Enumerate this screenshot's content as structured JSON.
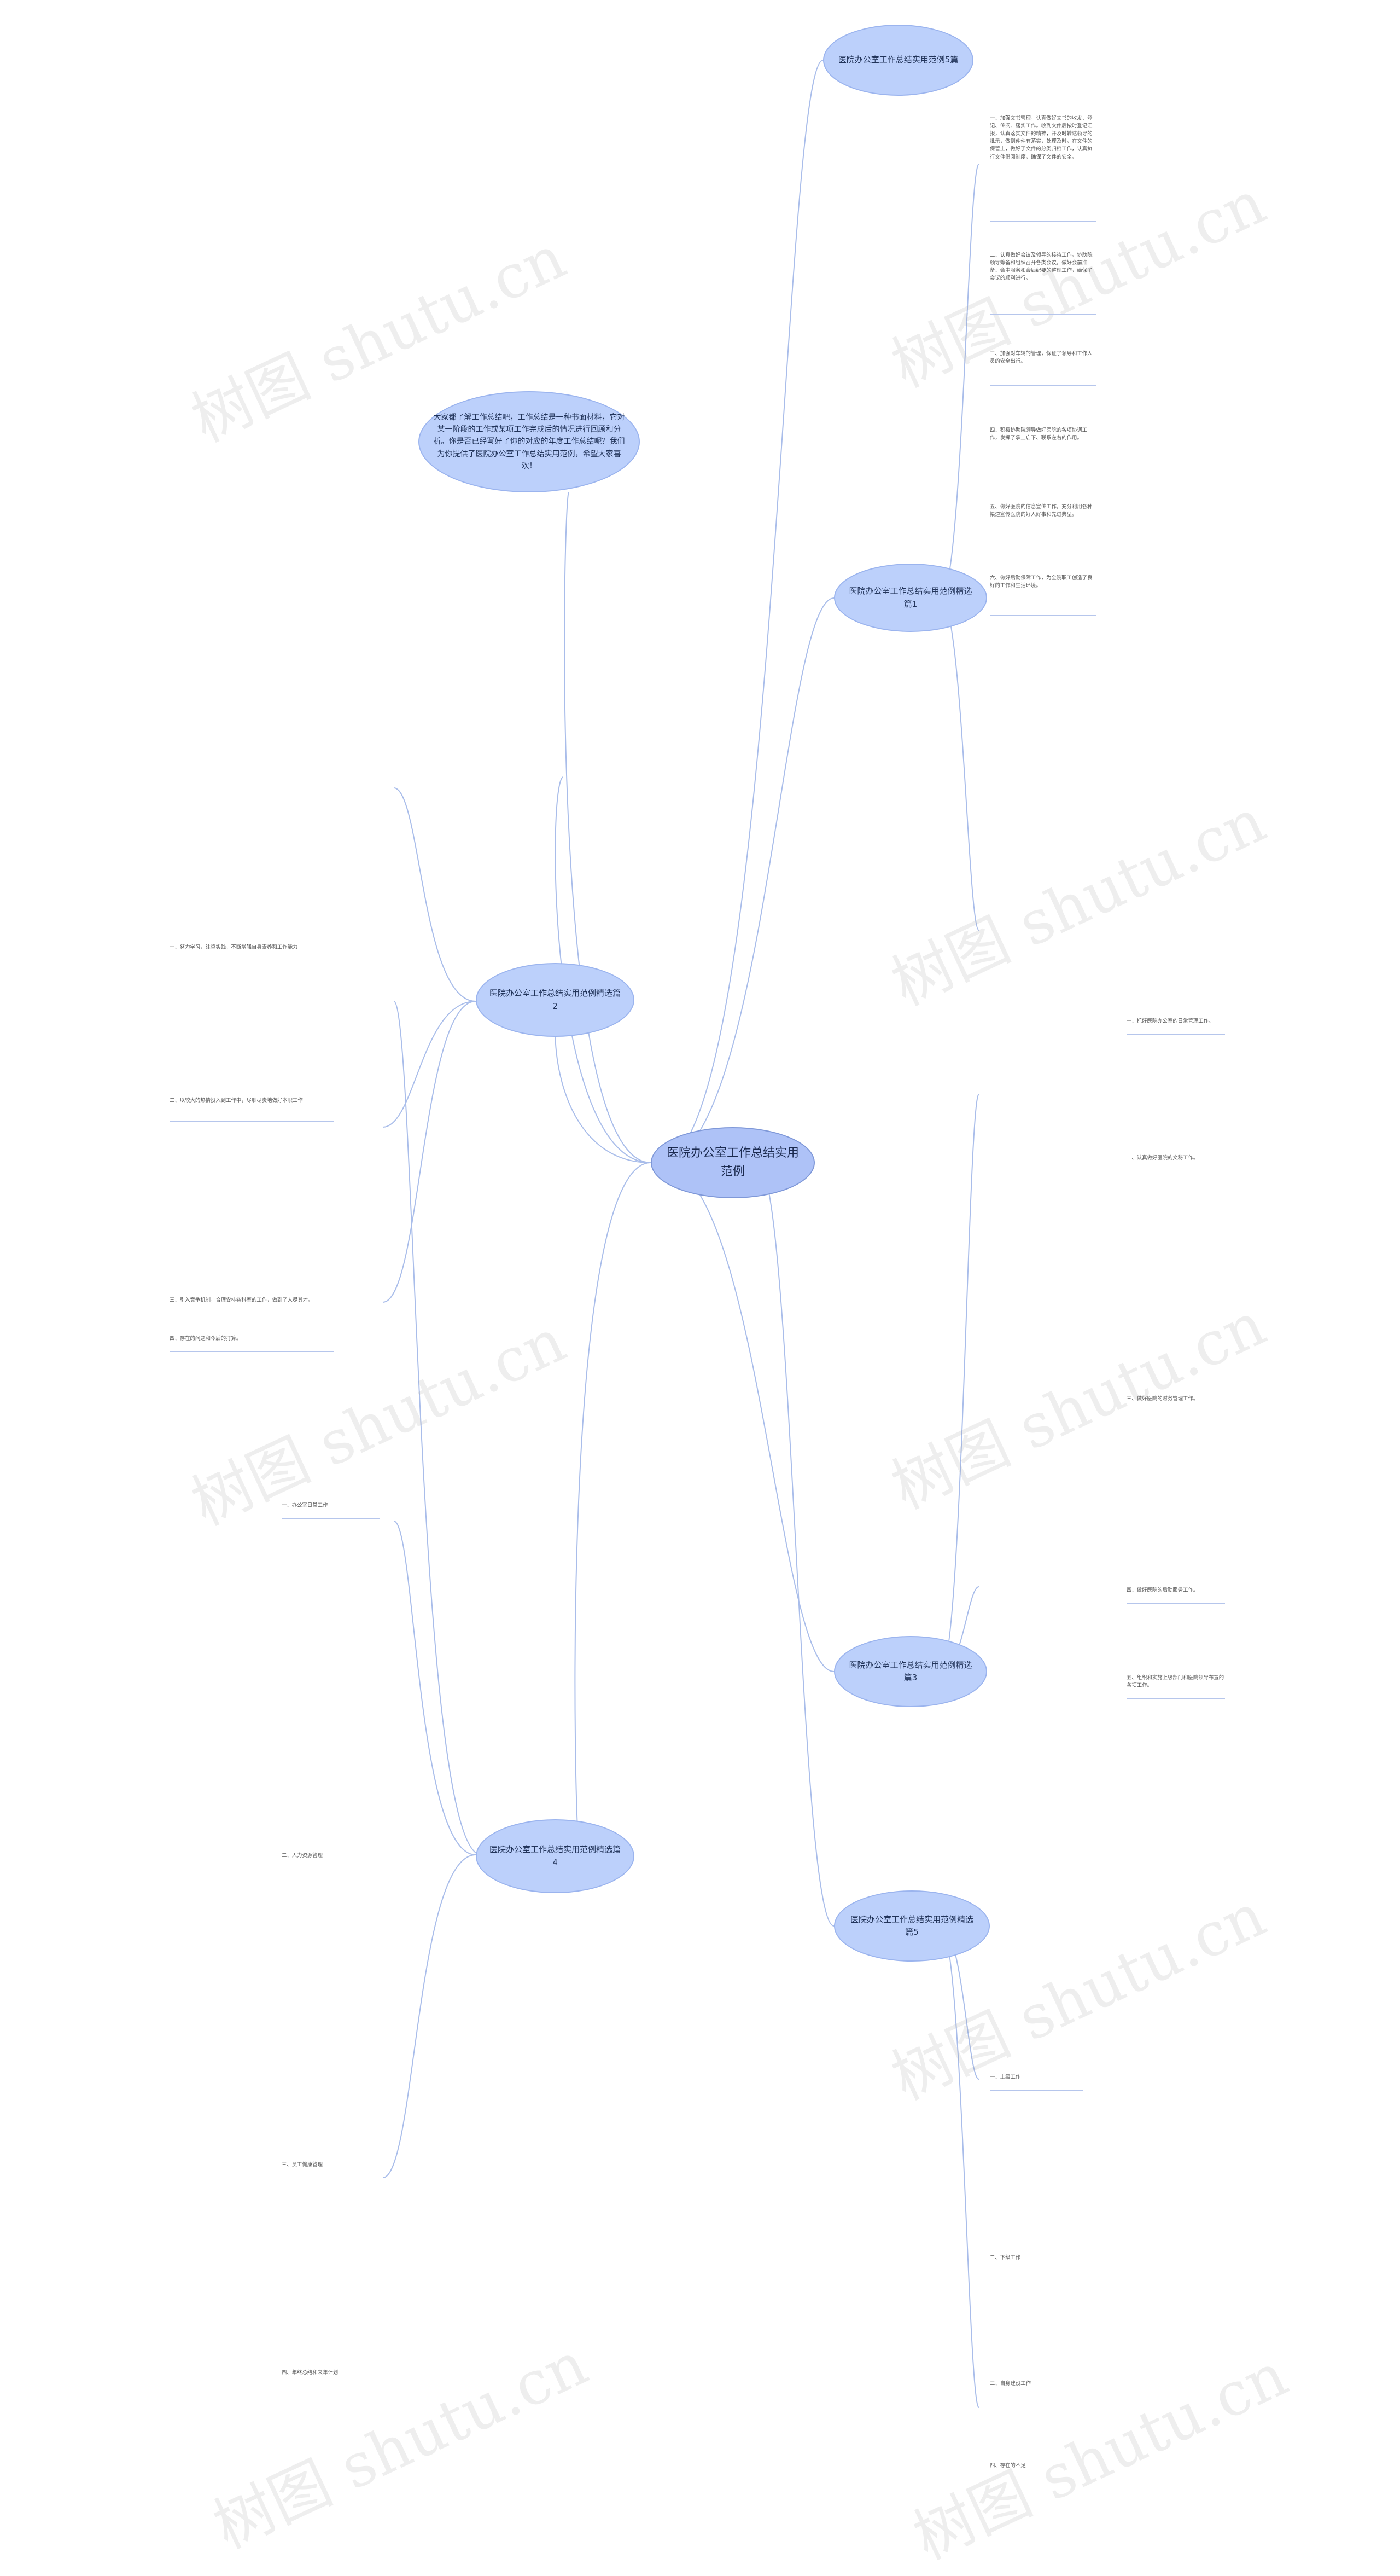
{
  "root": "医院办公室工作总结实用范例",
  "intro": "大家都了解工作总结吧，工作总结是一种书面材料，它对某一阶段的工作或某项工作完成后的情况进行回顾和分析。你是否已经写好了你的对应的年度工作总结呢？我们为你提供了医院办公室工作总结实用范例，希望大家喜欢！",
  "branches": [
    {
      "label": "医院办公室工作总结实用范例5篇",
      "leaves": []
    },
    {
      "label": "医院办公室工作总结实用范例精选篇1",
      "leaves": [
        "一、加强文书管理，认真做好文书的收发、登记、传阅、落实工作。收到文件后按时登记汇报，认真落实文件的精神，并及时转达领导的批示，做到件件有落实，处理及时。在文件的保管上，做好了文件的分类归档工作，认真执行文件借阅制度，确保了文件的安全。",
        "二、认真做好会议及领导的接待工作。协助院领导筹备和组织召开各类会议，做好会前准备、会中服务和会后纪要的整理工作，确保了会议的顺利进行。",
        "三、加强对车辆的管理，保证了领导和工作人员的安全出行。",
        "四、积极协助院领导做好医院的各项协调工作，发挥了承上启下、联系左右的作用。",
        "五、做好医院的信息宣传工作，充分利用各种渠道宣传医院的好人好事和先进典型。",
        "六、做好后勤保障工作，为全院职工创造了良好的工作和生活环境。"
      ]
    },
    {
      "label": "医院办公室工作总结实用范例精选篇2",
      "leaves": [
        "一、努力学习，注重实践，不断增强自身素养和工作能力",
        "二、以较大的热情投入到工作中，尽职尽责地做好本职工作",
        "三、引入竞争机制，合理安排各科室的工作，做到了人尽其才。",
        "四、存在的问题和今后的打算。"
      ]
    },
    {
      "label": "医院办公室工作总结实用范例精选篇3",
      "leaves": [
        "一、抓好医院办公室的日常管理工作。",
        "二、认真做好医院的文秘工作。",
        "三、做好医院的财务管理工作。",
        "四、做好医院的后勤服务工作。",
        "五、组织和实施上级部门和医院领导布置的各项工作。"
      ]
    },
    {
      "label": "医院办公室工作总结实用范例精选篇4",
      "leaves": [
        "一、办公室日常工作",
        "二、人力资源管理",
        "三、员工健康管理",
        "四、年终总结和来年计划"
      ]
    },
    {
      "label": "医院办公室工作总结实用范例精选篇5",
      "leaves": [
        "一、上级工作",
        "二、下级工作",
        "三、自身建设工作",
        "四、存在的不足"
      ]
    }
  ],
  "watermark": "树图 shutu.cn"
}
